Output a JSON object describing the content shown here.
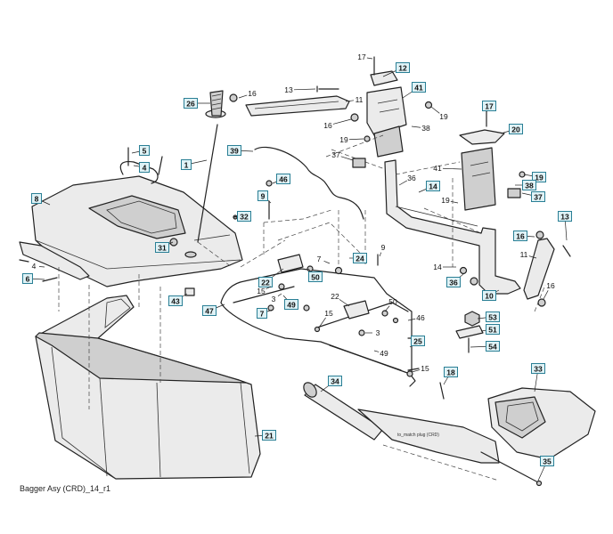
{
  "caption": "Bagger Asy (CRD)_14_r1",
  "inline_note": "to_match plug (CRD)",
  "callout_color": "#dff2f6",
  "callouts_boxed": [
    {
      "id": "12",
      "label": "12"
    },
    {
      "id": "41a",
      "label": "41"
    },
    {
      "id": "26",
      "label": "26"
    },
    {
      "id": "17a",
      "label": "17"
    },
    {
      "id": "20",
      "label": "20"
    },
    {
      "id": "39",
      "label": "39"
    },
    {
      "id": "1",
      "label": "1"
    },
    {
      "id": "5",
      "label": "5"
    },
    {
      "id": "4a",
      "label": "4"
    },
    {
      "id": "8",
      "label": "8"
    },
    {
      "id": "46a",
      "label": "46"
    },
    {
      "id": "9a",
      "label": "9"
    },
    {
      "id": "32",
      "label": "32"
    },
    {
      "id": "31",
      "label": "31"
    },
    {
      "id": "6",
      "label": "6"
    },
    {
      "id": "43",
      "label": "43"
    },
    {
      "id": "47",
      "label": "47"
    },
    {
      "id": "7a",
      "label": "7"
    },
    {
      "id": "22a",
      "label": "22"
    },
    {
      "id": "49a",
      "label": "49"
    },
    {
      "id": "50a",
      "label": "50"
    },
    {
      "id": "24",
      "label": "24"
    },
    {
      "id": "14a",
      "label": "14"
    },
    {
      "id": "19a",
      "label": "19"
    },
    {
      "id": "38a",
      "label": "38"
    },
    {
      "id": "37b",
      "label": "37"
    },
    {
      "id": "13b",
      "label": "13"
    },
    {
      "id": "16c",
      "label": "16"
    },
    {
      "id": "36b",
      "label": "36"
    },
    {
      "id": "10",
      "label": "10"
    },
    {
      "id": "53",
      "label": "53"
    },
    {
      "id": "51",
      "label": "51"
    },
    {
      "id": "54",
      "label": "54"
    },
    {
      "id": "25",
      "label": "25"
    },
    {
      "id": "21",
      "label": "21"
    },
    {
      "id": "34",
      "label": "34"
    },
    {
      "id": "18",
      "label": "18"
    },
    {
      "id": "33",
      "label": "33"
    },
    {
      "id": "35",
      "label": "35"
    }
  ],
  "callouts_plain": [
    {
      "id": "17b",
      "label": "17"
    },
    {
      "id": "16a",
      "label": "16"
    },
    {
      "id": "13a",
      "label": "13"
    },
    {
      "id": "11",
      "label": "11"
    },
    {
      "id": "19b",
      "label": "19"
    },
    {
      "id": "16b",
      "label": "16"
    },
    {
      "id": "38b",
      "label": "38"
    },
    {
      "id": "19c",
      "label": "19"
    },
    {
      "id": "37a",
      "label": "37"
    },
    {
      "id": "41b",
      "label": "41"
    },
    {
      "id": "36a",
      "label": "36"
    },
    {
      "id": "19d",
      "label": "19"
    },
    {
      "id": "9b",
      "label": "9"
    },
    {
      "id": "7b",
      "label": "7"
    },
    {
      "id": "4b",
      "label": "4"
    },
    {
      "id": "14b",
      "label": "14"
    },
    {
      "id": "11b",
      "label": "11"
    },
    {
      "id": "16d",
      "label": "16"
    },
    {
      "id": "15a",
      "label": "15"
    },
    {
      "id": "3a",
      "label": "3"
    },
    {
      "id": "22b",
      "label": "22"
    },
    {
      "id": "50b",
      "label": "50"
    },
    {
      "id": "46b",
      "label": "46"
    },
    {
      "id": "15b",
      "label": "15"
    },
    {
      "id": "3b",
      "label": "3"
    },
    {
      "id": "49b",
      "label": "49"
    },
    {
      "id": "15c",
      "label": "15"
    }
  ]
}
